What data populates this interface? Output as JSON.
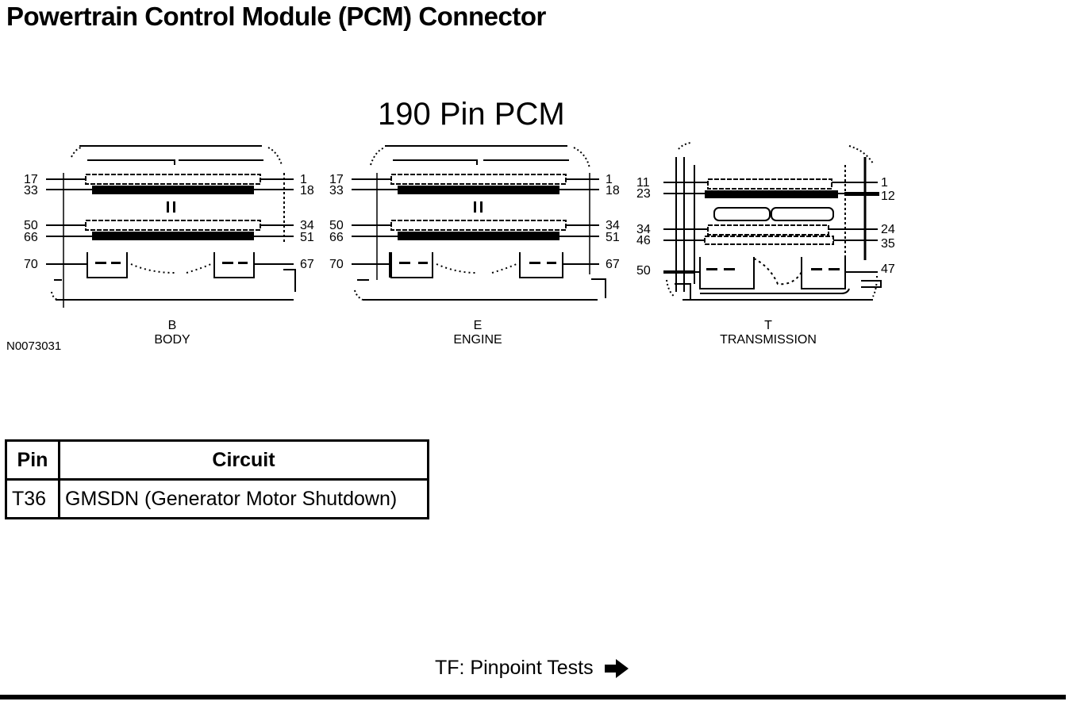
{
  "page": {
    "title": "Powertrain Control Module (PCM) Connector"
  },
  "diagram": {
    "title": "190 Pin PCM",
    "figure_id": "N0073031",
    "connectors": [
      {
        "letter": "B",
        "name": "BODY",
        "left_labels": [
          "17",
          "33",
          "50",
          "66",
          "70"
        ],
        "right_labels": [
          "1",
          "18",
          "34",
          "51",
          "67"
        ]
      },
      {
        "letter": "E",
        "name": "ENGINE",
        "left_labels": [
          "17",
          "33",
          "50",
          "66",
          "70"
        ],
        "right_labels": [
          "1",
          "18",
          "34",
          "51",
          "67"
        ]
      },
      {
        "letter": "T",
        "name": "TRANSMISSION",
        "left_labels": [
          "11",
          "23",
          "34",
          "46",
          "50"
        ],
        "right_labels": [
          "1",
          "12",
          "24",
          "35",
          "47"
        ]
      }
    ]
  },
  "table": {
    "headers": [
      "Pin",
      "Circuit"
    ],
    "rows": [
      {
        "pin": "T36",
        "circuit": "GMSDN (Generator Motor Shutdown)"
      }
    ]
  },
  "nav": {
    "link_label": "TF: Pinpoint Tests",
    "icon": "arrow-right-icon"
  }
}
